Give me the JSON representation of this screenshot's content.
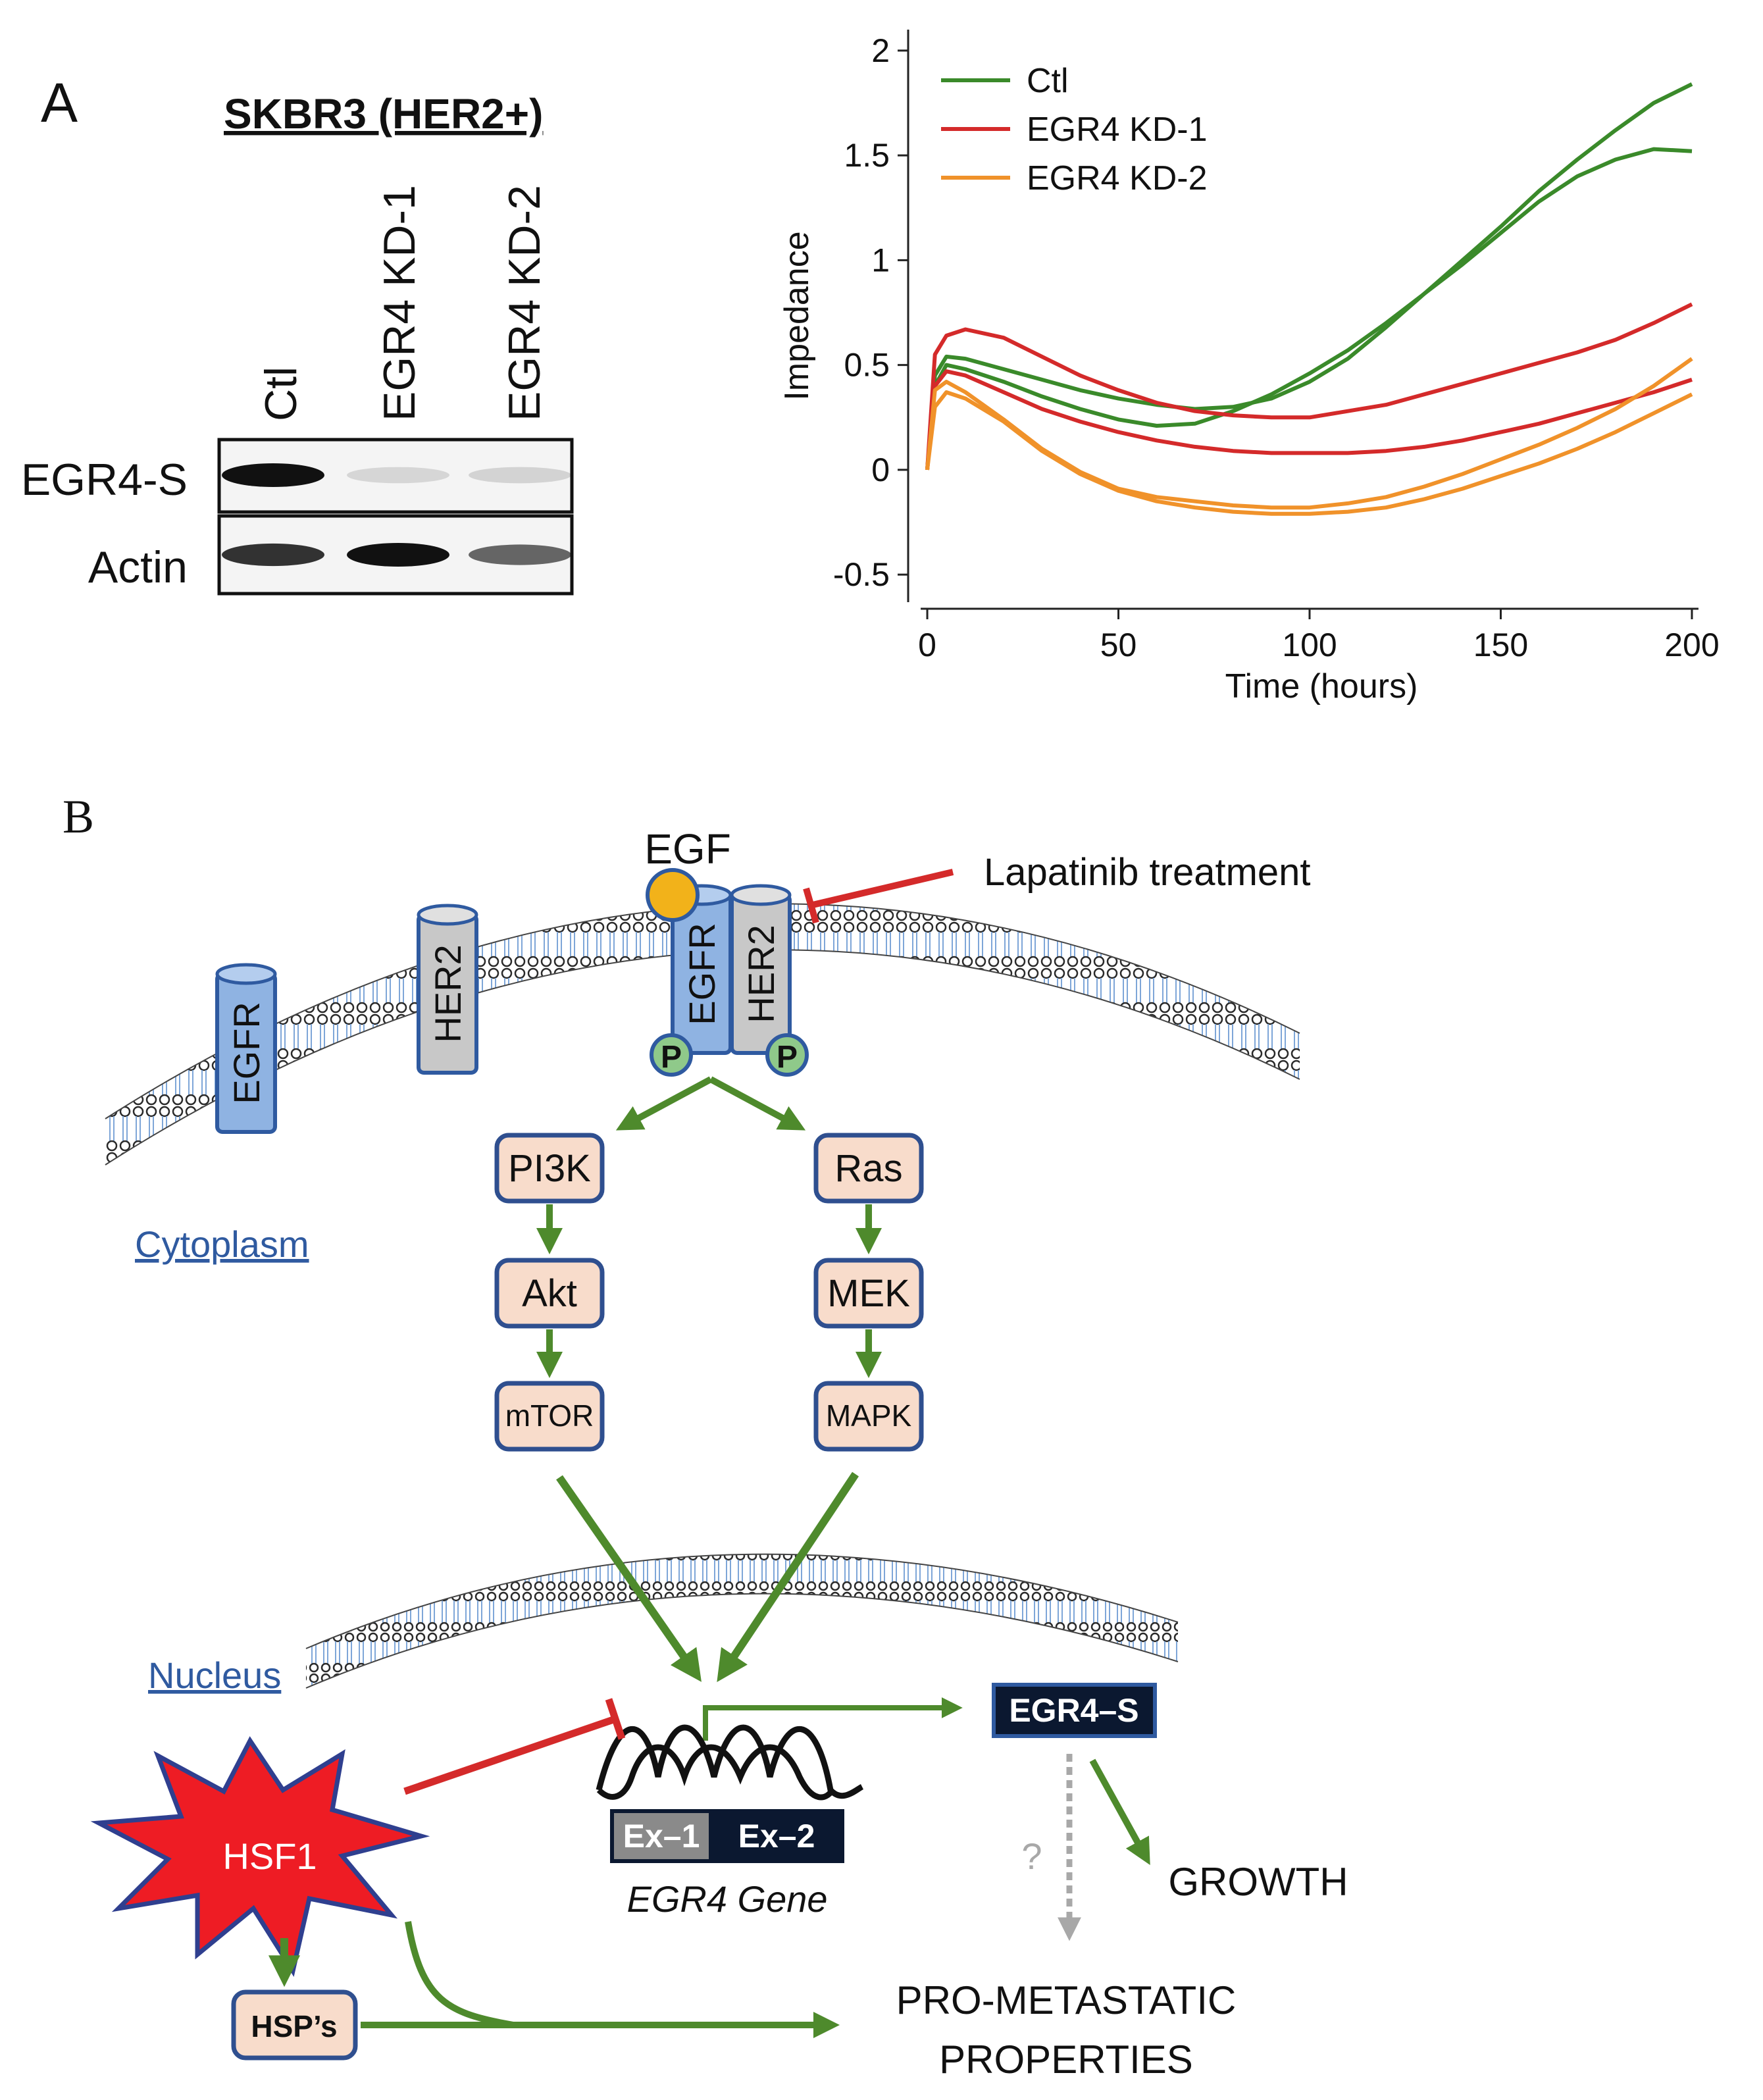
{
  "panel_a": {
    "label": "A",
    "blot": {
      "title": "SKBR3 (HER2+)",
      "lanes": [
        "Ctl",
        "EGR4 KD-1",
        "EGR4 KD-2"
      ],
      "rows": [
        {
          "label": "EGR4-S",
          "intensities": [
            1.0,
            0.05,
            0.06
          ]
        },
        {
          "label": "Actin",
          "intensities": [
            0.85,
            1.0,
            0.6
          ]
        }
      ]
    },
    "chart_data": {
      "type": "line",
      "xlabel": "Time (hours)",
      "ylabel": "Impedance",
      "xlim": [
        -5,
        205
      ],
      "ylim": [
        -0.6,
        2.1
      ],
      "xticks": [
        "0",
        "50",
        "100",
        "150",
        "200"
      ],
      "xtick_values": [
        0,
        50,
        100,
        150,
        200
      ],
      "yticks": [
        "-0.5",
        "0",
        "0.5",
        "1",
        "1.5",
        "2"
      ],
      "ytick_values": [
        -0.5,
        0,
        0.5,
        1,
        1.5,
        2
      ],
      "legend_position": "top-left",
      "colors": {
        "Ctl": "#3a8a2a",
        "EGR4 KD-1": "#d42a2a",
        "EGR4 KD-2": "#f0922a"
      },
      "series": [
        {
          "name": "Ctl",
          "x": [
            0,
            2,
            5,
            10,
            20,
            30,
            40,
            50,
            60,
            70,
            80,
            90,
            100,
            110,
            120,
            130,
            140,
            150,
            160,
            170,
            180,
            190,
            200
          ],
          "values": [
            0,
            0.45,
            0.54,
            0.53,
            0.48,
            0.43,
            0.38,
            0.34,
            0.31,
            0.29,
            0.3,
            0.34,
            0.42,
            0.53,
            0.68,
            0.84,
            1.0,
            1.16,
            1.33,
            1.48,
            1.62,
            1.75,
            1.84
          ]
        },
        {
          "name": "Ctl",
          "x": [
            0,
            2,
            5,
            10,
            20,
            30,
            40,
            50,
            60,
            70,
            80,
            90,
            100,
            110,
            120,
            130,
            140,
            150,
            160,
            170,
            180,
            190,
            200
          ],
          "values": [
            0,
            0.4,
            0.5,
            0.48,
            0.42,
            0.35,
            0.29,
            0.24,
            0.21,
            0.22,
            0.28,
            0.36,
            0.46,
            0.57,
            0.7,
            0.84,
            0.98,
            1.13,
            1.28,
            1.4,
            1.48,
            1.53,
            1.52
          ]
        },
        {
          "name": "EGR4 KD-1",
          "x": [
            0,
            2,
            5,
            10,
            20,
            30,
            40,
            50,
            60,
            70,
            80,
            90,
            100,
            110,
            120,
            130,
            140,
            150,
            160,
            170,
            180,
            190,
            200
          ],
          "values": [
            0,
            0.55,
            0.64,
            0.67,
            0.63,
            0.54,
            0.45,
            0.38,
            0.32,
            0.28,
            0.26,
            0.25,
            0.25,
            0.28,
            0.31,
            0.36,
            0.41,
            0.46,
            0.51,
            0.56,
            0.62,
            0.7,
            0.79
          ]
        },
        {
          "name": "EGR4 KD-1",
          "x": [
            0,
            2,
            5,
            10,
            20,
            30,
            40,
            50,
            60,
            70,
            80,
            90,
            100,
            110,
            120,
            130,
            140,
            150,
            160,
            170,
            180,
            190,
            200
          ],
          "values": [
            0,
            0.4,
            0.47,
            0.45,
            0.37,
            0.29,
            0.23,
            0.18,
            0.14,
            0.11,
            0.09,
            0.08,
            0.08,
            0.08,
            0.09,
            0.11,
            0.14,
            0.18,
            0.22,
            0.27,
            0.32,
            0.37,
            0.43
          ]
        },
        {
          "name": "EGR4 KD-2",
          "x": [
            0,
            2,
            5,
            10,
            20,
            30,
            40,
            50,
            60,
            70,
            80,
            90,
            100,
            110,
            120,
            130,
            140,
            150,
            160,
            170,
            180,
            190,
            200
          ],
          "values": [
            0,
            0.38,
            0.42,
            0.37,
            0.24,
            0.1,
            -0.01,
            -0.09,
            -0.13,
            -0.15,
            -0.17,
            -0.18,
            -0.18,
            -0.16,
            -0.13,
            -0.08,
            -0.02,
            0.05,
            0.12,
            0.2,
            0.29,
            0.4,
            0.53
          ]
        },
        {
          "name": "EGR4 KD-2",
          "x": [
            0,
            2,
            5,
            10,
            20,
            30,
            40,
            50,
            60,
            70,
            80,
            90,
            100,
            110,
            120,
            130,
            140,
            150,
            160,
            170,
            180,
            190,
            200
          ],
          "values": [
            0,
            0.3,
            0.37,
            0.34,
            0.23,
            0.09,
            -0.02,
            -0.1,
            -0.15,
            -0.18,
            -0.2,
            -0.21,
            -0.21,
            -0.2,
            -0.18,
            -0.14,
            -0.09,
            -0.03,
            0.03,
            0.1,
            0.18,
            0.27,
            0.36
          ]
        }
      ]
    }
  },
  "panel_b": {
    "label": "B",
    "egf": "EGF",
    "lapatinib": "Lapatinib treatment",
    "receptors": {
      "egfr": "EGFR",
      "her2": "HER2",
      "p": "P"
    },
    "cytoplasm": "Cytoplasm",
    "nucleus": "Nucleus",
    "left_path": [
      "PI3K",
      "Akt",
      "mTOR"
    ],
    "right_path": [
      "Ras",
      "MEK",
      "MAPK"
    ],
    "egr4s": "EGR4–S",
    "exons": [
      "Ex–1",
      "Ex–2"
    ],
    "gene": "EGR4 Gene",
    "hsf1": "HSF1",
    "hsps": "HSP’s",
    "question": "?",
    "growth": "GROWTH",
    "pro_meta": [
      "PRO-METASTATIC",
      "PROPERTIES"
    ],
    "colors": {
      "activation": "#4e8a2c",
      "inhibition": "#d42a2a",
      "box_fill": "#f8dccb",
      "box_border": "#2f4f8f",
      "receptor": "#8fb3e2",
      "her2": "#c8c8c8"
    }
  }
}
